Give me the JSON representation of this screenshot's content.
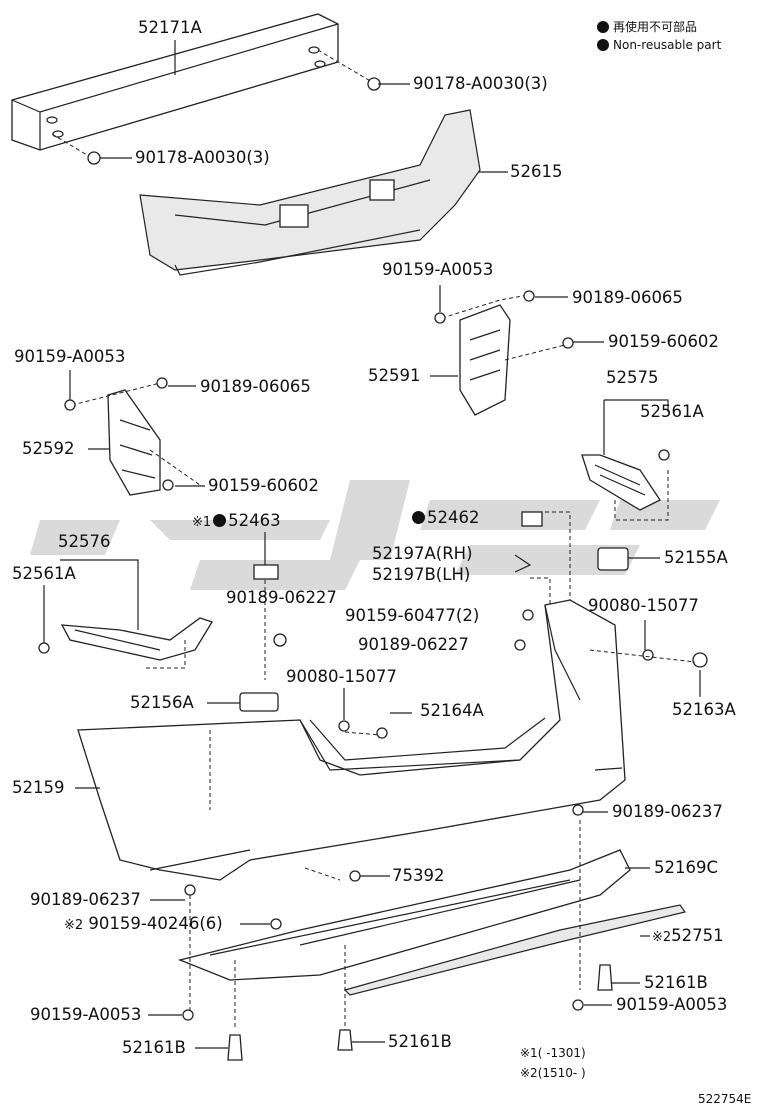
{
  "legend": [
    {
      "icon": "filled-circle-icon",
      "text": "再使用不可部品"
    },
    {
      "icon": "filled-circle-icon",
      "text": "Non-reusable part"
    }
  ],
  "labels": {
    "p52171A": "52171A",
    "p90178a": "90178-A0030(3)",
    "p90178b": "90178-A0030(3)",
    "p52615": "52615",
    "p90159A0053a": "90159-A0053",
    "p90189_06065a": "90189-06065",
    "p90159_60602a": "90159-60602",
    "p52591": "52591",
    "p52575": "52575",
    "p52561Aa": "52561A",
    "p90159A0053b": "90159-A0053",
    "p90189_06065b": "90189-06065",
    "p52592": "52592",
    "p90159_60602b": "90159-60602",
    "p52463": "52463",
    "p52463_prefix": "※1",
    "p52462": "52462",
    "p52576": "52576",
    "p52561Ab": "52561A",
    "p52197A": "52197A(RH)",
    "p52197B": "52197B(LH)",
    "p52155A": "52155A",
    "p90189_06227a": "90189-06227",
    "p90159_60477": "90159-60477(2)",
    "p90080a": "90080-15077",
    "p90189_06227b": "90189-06227",
    "p52163A": "52163A",
    "p90080b": "90080-15077",
    "p52156A": "52156A",
    "p52164A": "52164A",
    "p52159": "52159",
    "p90189_06237a": "90189-06237",
    "p52169C": "52169C",
    "p75392": "75392",
    "p90189_06237b": "90189-06237",
    "p90159_40246": "90159-40246(6)",
    "p90159_40246_prefix": "※2",
    "p52751": "52751",
    "p52751_prefix": "※2",
    "p52161Ba": "52161B",
    "p90159A0053c": "90159-A0053",
    "p90159A0053d": "90159-A0053",
    "p52161Bb": "52161B",
    "p52161Bc": "52161B"
  },
  "notes": {
    "n1": "※1(      -1301)",
    "n2": "※2(1510-      )"
  },
  "figure_id": "522754E"
}
